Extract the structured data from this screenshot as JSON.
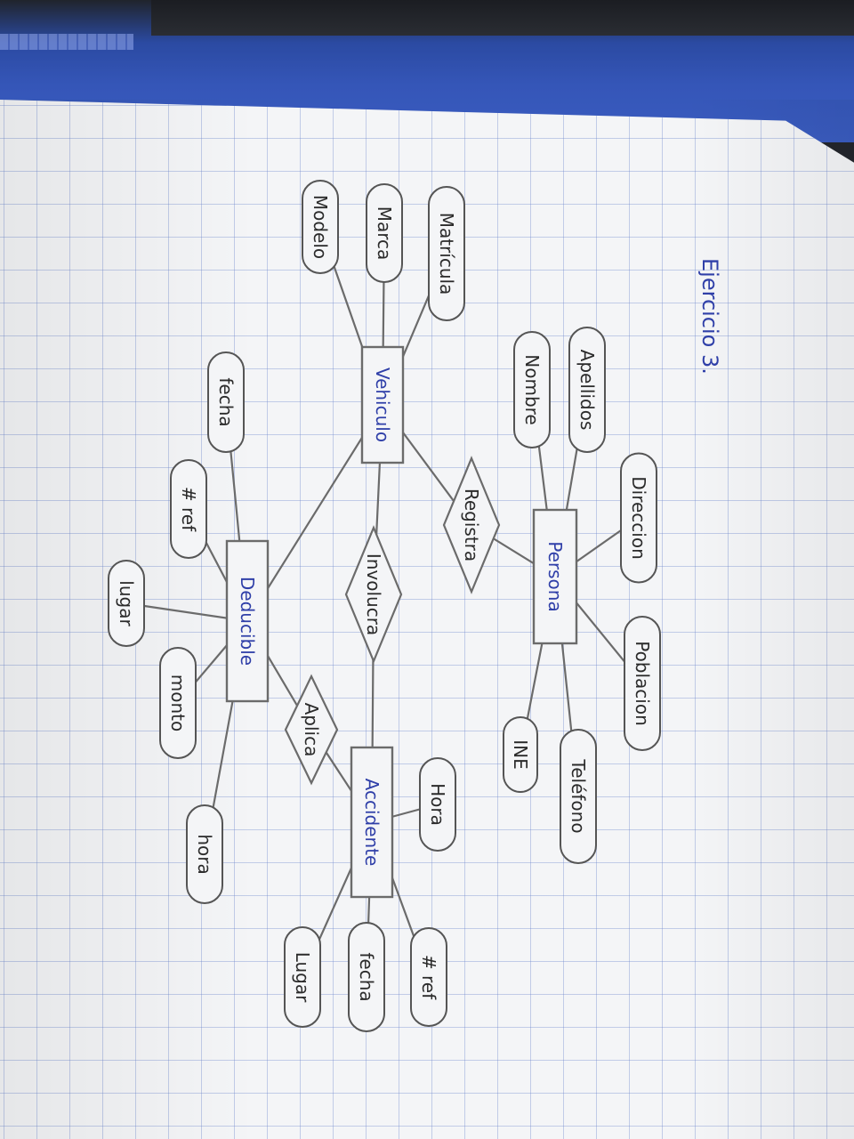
{
  "title": "Ejercicio 3.",
  "entities": [
    {
      "id": "persona",
      "label": "Persona"
    },
    {
      "id": "vehiculo",
      "label": "Vehiculo"
    },
    {
      "id": "deducible",
      "label": "Deducible"
    },
    {
      "id": "accidente",
      "label": "Accidente"
    }
  ],
  "relationships": [
    {
      "id": "registra",
      "label": "Registra"
    },
    {
      "id": "involucra",
      "label": "Involucra"
    },
    {
      "id": "aplica",
      "label": "Aplica"
    }
  ],
  "attributes": [
    {
      "id": "direccion",
      "label": "Direccion",
      "entity": "persona"
    },
    {
      "id": "apellidos",
      "label": "Apellidos",
      "entity": "persona"
    },
    {
      "id": "nombre",
      "label": "Nombre",
      "entity": "persona"
    },
    {
      "id": "poblacion",
      "label": "Poblacion",
      "entity": "persona"
    },
    {
      "id": "telefono",
      "label": "Teléfono",
      "entity": "persona"
    },
    {
      "id": "ine",
      "label": "INE",
      "entity": "persona"
    },
    {
      "id": "matricula",
      "label": "Matrícula",
      "entity": "vehiculo"
    },
    {
      "id": "marca",
      "label": "Marca",
      "entity": "vehiculo"
    },
    {
      "id": "modelo",
      "label": "Modelo",
      "entity": "vehiculo"
    },
    {
      "id": "fecha-ded",
      "label": "fecha",
      "entity": "deducible"
    },
    {
      "id": "ref-ded",
      "label": "# ref",
      "entity": "deducible"
    },
    {
      "id": "lugar-ded",
      "label": "lugar",
      "entity": "deducible"
    },
    {
      "id": "monto",
      "label": "monto",
      "entity": "deducible"
    },
    {
      "id": "hora-ded",
      "label": "hora",
      "entity": "deducible"
    },
    {
      "id": "hora-acc",
      "label": "Hora",
      "entity": "accidente"
    },
    {
      "id": "ref-acc",
      "label": "# ref",
      "entity": "accidente"
    },
    {
      "id": "fecha-acc",
      "label": "fecha",
      "entity": "accidente"
    },
    {
      "id": "lugar-acc",
      "label": "Lugar",
      "entity": "accidente"
    }
  ],
  "colors": {
    "ink": "#2f3fa8",
    "pencil": "#6b6b6b",
    "grid": "#8aa0d8",
    "paper": "#f4f5f7",
    "binder": "#3556b8"
  }
}
